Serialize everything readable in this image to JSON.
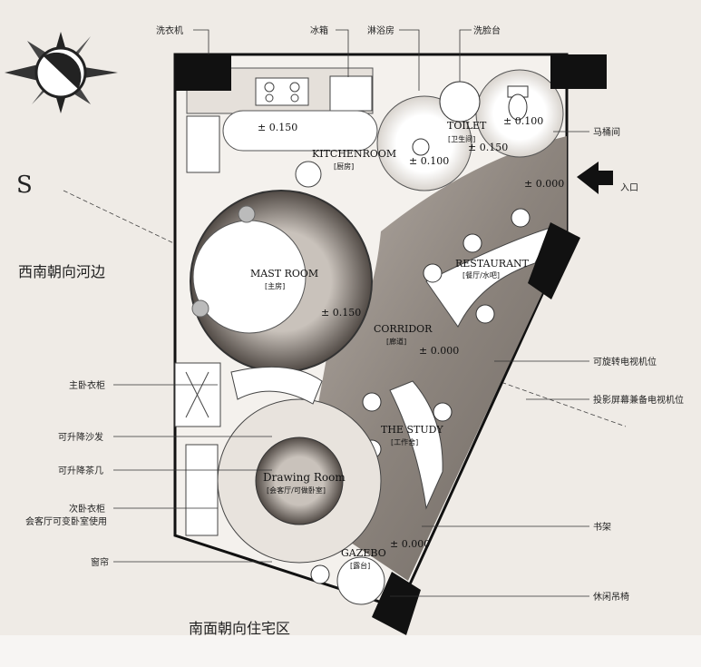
{
  "orientation": {
    "compass_letter": "S",
    "southwest_note": "西南朝向河边",
    "south_note": "南面朝向住宅区"
  },
  "callouts_top": {
    "washer": "洗衣机",
    "fridge": "冰箱",
    "shower": "淋浴房",
    "basin": "洗脸台"
  },
  "callouts_right": {
    "toilet_room": "马桶间",
    "entrance": "入口",
    "rotating_tv": "可旋转电视机位",
    "projector": "投影屏幕兼备电视机位",
    "bookshelf": "书架",
    "hammock": "休闲吊椅"
  },
  "callouts_left": {
    "master_wardrobe": "主卧衣柜",
    "lift_sofa": "可升降沙发",
    "lift_table": "可升降茶几",
    "second_wardrobe": "次卧衣柜",
    "second_wardrobe_note": "会客厅可变卧室使用",
    "curtain": "窗帘"
  },
  "rooms": {
    "kitchen": {
      "name": "KITCHENROOM",
      "cn": "[厨房]"
    },
    "toilet": {
      "name": "TOILET",
      "cn": "[卫生间]"
    },
    "master": {
      "name": "MAST ROOM",
      "cn": "[主房]"
    },
    "restaurant": {
      "name": "RESTAURANT",
      "cn": "[餐厅/水吧]"
    },
    "corridor": {
      "name": "CORRIDOR",
      "cn": "[廊道]"
    },
    "study": {
      "name": "THE STUDY",
      "cn": "[工作舍]"
    },
    "drawing": {
      "name": "Drawing Room",
      "cn": "[会客厅/可做卧室]"
    },
    "gazebo": {
      "name": "GAZEBO",
      "cn": "[露台]"
    }
  },
  "levels": {
    "kitchen": "± 0.150",
    "toilet_left": "± 0.100",
    "toilet_right": "± 0.100",
    "toilet_mid": "± 0.150",
    "entrance": "± 0.000",
    "master": "± 0.150",
    "corridor": "± 0.000",
    "gazebo": "± 0.000"
  }
}
